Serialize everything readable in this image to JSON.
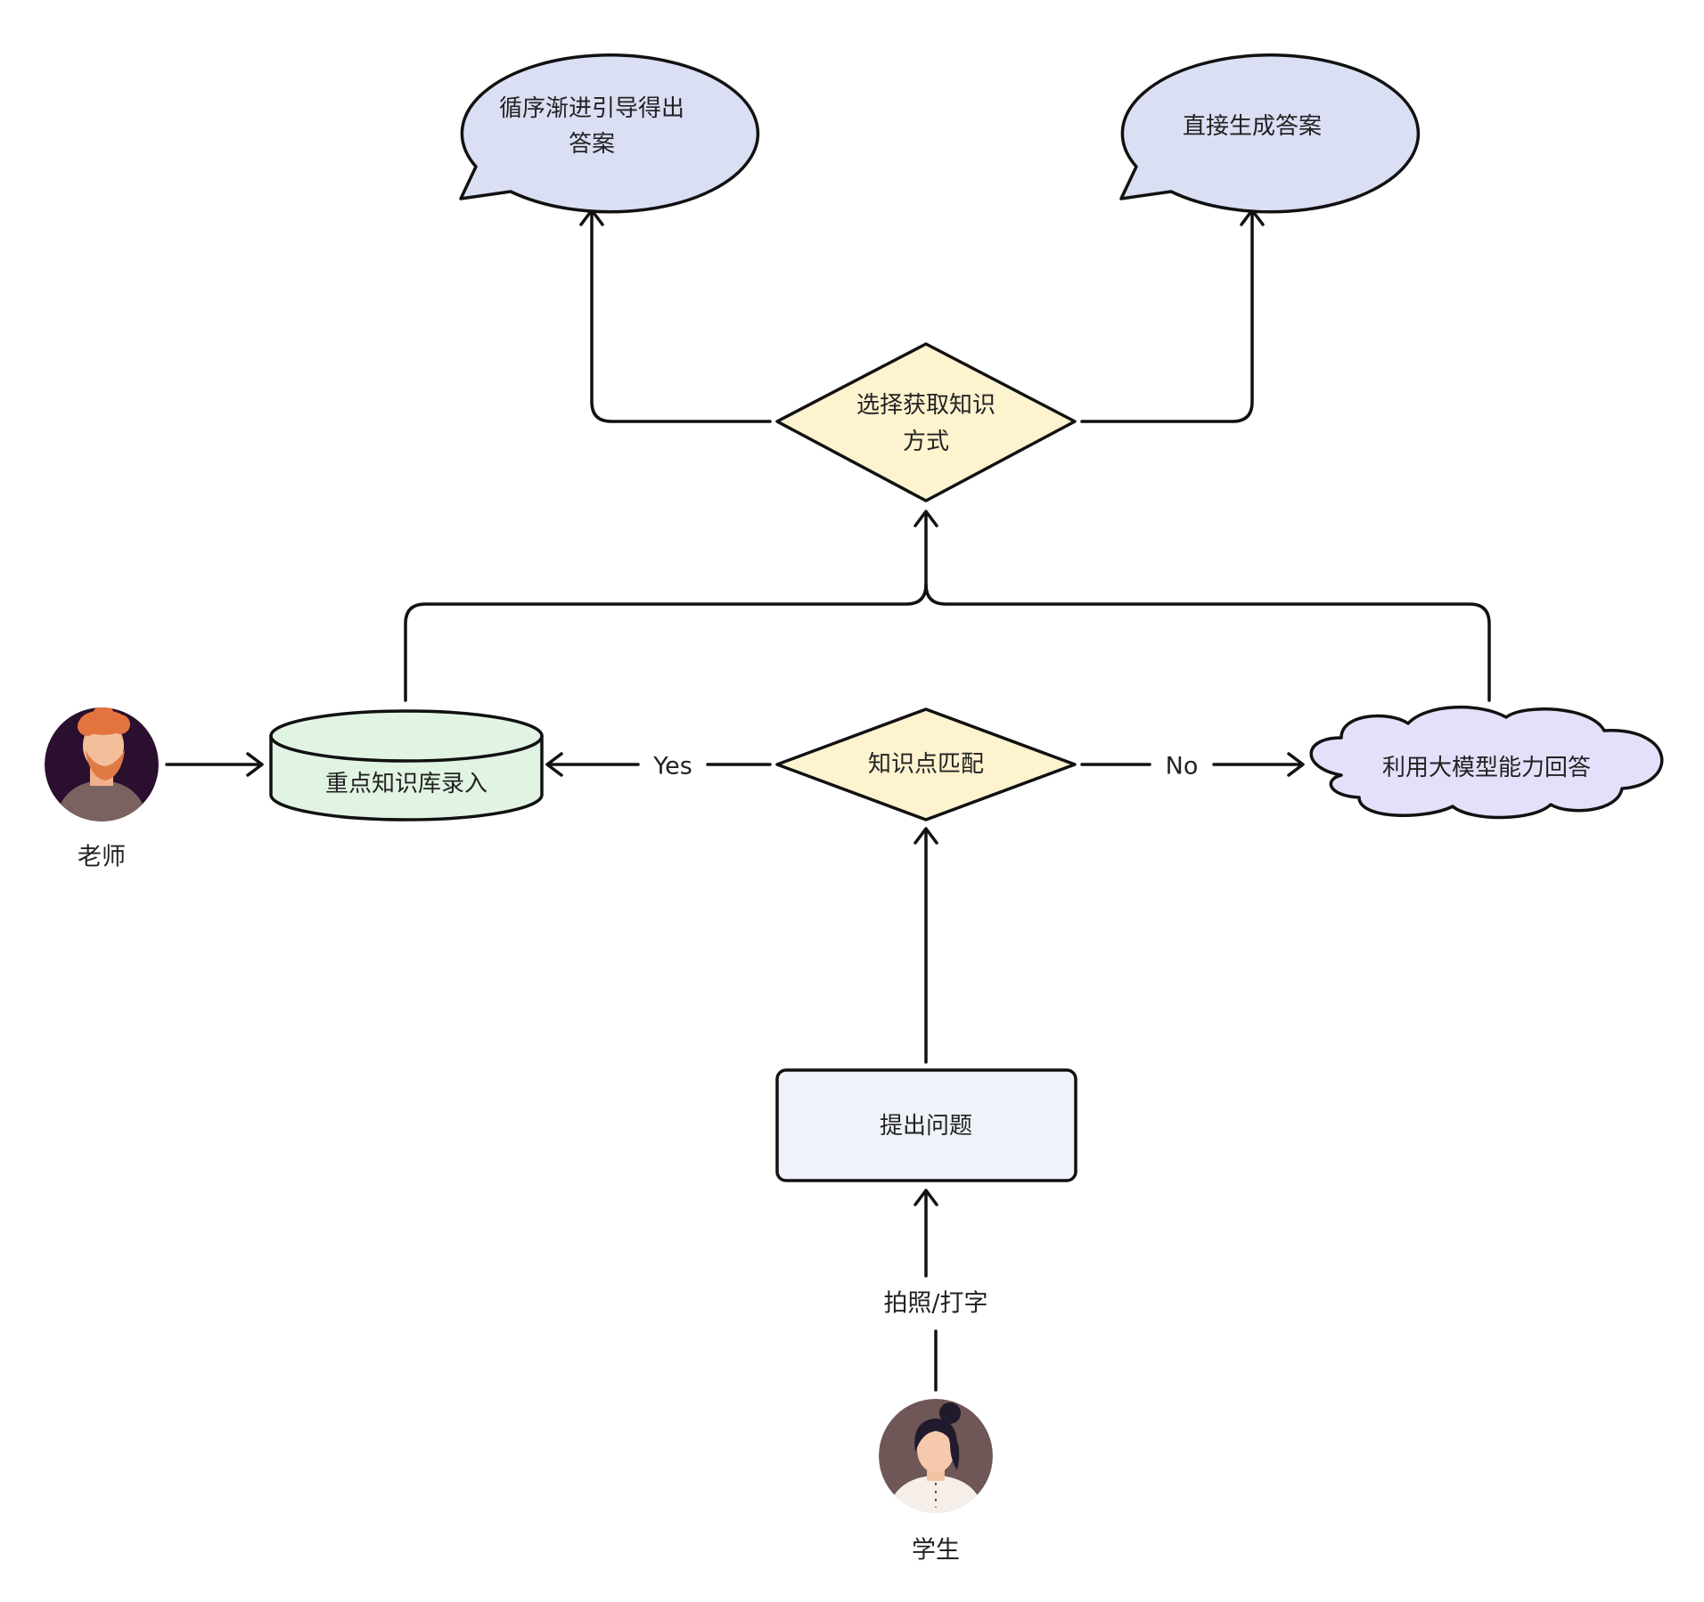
{
  "colors": {
    "bubble_fill": "#dadff4",
    "decision_fill": "#fdf3cf",
    "database_fill": "#e1f4e3",
    "cloud_fill": "#e3e0fa",
    "process_fill": "#eff2f9",
    "stroke": "#111111"
  },
  "nodes": {
    "guided_answer": {
      "line1": "循序渐进引导得出",
      "line2": "答案"
    },
    "direct_answer": {
      "label": "直接生成答案"
    },
    "choose_method": {
      "line1": "选择获取知识",
      "line2": "方式"
    },
    "knowledge_match": {
      "label": "知识点匹配"
    },
    "knowledge_base": {
      "label": "重点知识库录入"
    },
    "llm_answer": {
      "label": "利用大模型能力回答"
    },
    "ask_question": {
      "label": "提出问题"
    }
  },
  "edges": {
    "yes_label": "Yes",
    "no_label": "No",
    "input_label": "拍照/打字"
  },
  "actors": {
    "teacher": {
      "label": "老师",
      "icon": "teacher-avatar-icon"
    },
    "student": {
      "label": "学生",
      "icon": "student-avatar-icon"
    }
  }
}
